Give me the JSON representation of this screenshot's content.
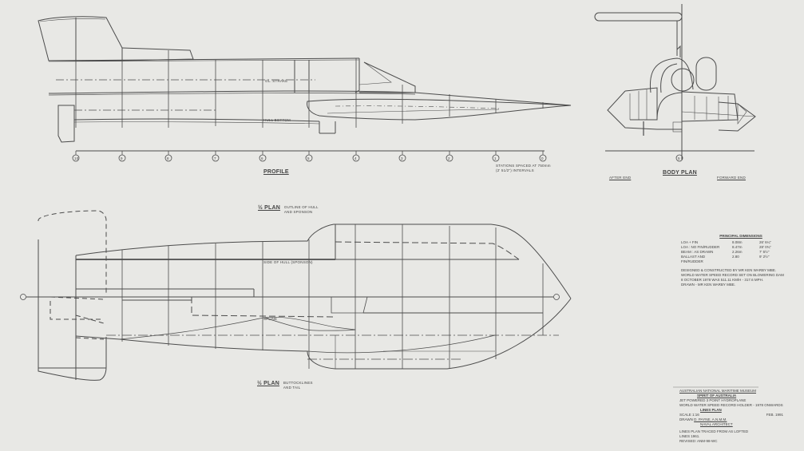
{
  "drawing": {
    "type": "boat lines plan",
    "stroke_color": "#4a4a4a",
    "paper_color": "#e8e8e5"
  },
  "profile": {
    "title": "PROFILE",
    "station_numbers": [
      "10",
      "9",
      "8",
      "7",
      "6",
      "5",
      "4",
      "3",
      "2",
      "1",
      "0"
    ],
    "annotation_line1": "STATIONS SPACED AT 750mm",
    "annotation_line2": "(2' 51/2\") INTERVALS",
    "label_deck": "GL. STRAKE",
    "label_hull_bottom": "HULL BOTTOM"
  },
  "body_plan": {
    "title": "BODY PLAN",
    "left_label": "AFTER END",
    "right_label": "FORWARD END",
    "station_label": "5"
  },
  "half_plan_top": {
    "title": "½ PLAN",
    "subtitle_line1": "OUTLINE OF HULL",
    "subtitle_line2": "AND SPONSON",
    "label_inner": "SIDE OF HULL (SPONSON)",
    "label_keel": "SPLINE",
    "centerline_marker": "¢"
  },
  "half_plan_bottom": {
    "title": "½ PLAN",
    "subtitle_line1": "BUTTOCKLINES",
    "subtitle_line2": "AND TAIL"
  },
  "principal_dimensions": {
    "title": "PRINCIPAL DIMENSIONS",
    "rows": [
      {
        "label": "LOA + FIN",
        "metric": "8.08m",
        "imperial": "26' 6¼\""
      },
      {
        "label": "LOA : NO FIN/RUDDER",
        "metric": "8.47m",
        "imperial": "28' 0¾\""
      },
      {
        "label": "BEAM : AS DRAWN",
        "metric": "2.26m",
        "imperial": "7' 5½\""
      },
      {
        "label": "BALLAST AND FIN/RUDDER",
        "metric": "2.80",
        "imperial": "9' 2½\""
      }
    ],
    "note_line1": "DESIGNED & CONSTRUCTED BY MR KEN WARBY MBE.",
    "note_line2": "WORLD WATER SPEED RECORD SET ON BLOWERING DAM",
    "note_line3": "8 OCTOBER 1978 WAS 511.11 KM/H - 317.6 MPH.",
    "note_line4": "DRAWN - MR KEN WARBY MBE."
  },
  "title_block": {
    "line1": "AUSTRALIAN NATIONAL MARITIME MUSEUM",
    "line2": "SPIRIT OF AUSTRALIA",
    "line3": "JET POWERED 3 POINT HYDROPLANE",
    "line4": "WORLD WATER SPEED RECORD HOLDER - 1978 ONWARDS",
    "line5": "LINES PLAN",
    "scale_label": "SCALE 1:16",
    "date": "FEB. 1991",
    "drawn_label": "DRAWN",
    "drawn_by": "D. PAYNE, A.N.M.M.",
    "line8": "NAVAL ARCHITECT",
    "footer1": "LINES PLAN TRACED FROM AS LOFTED",
    "footer2": "LINES 1961.",
    "footer3": "REVISED: ANM-98-WC"
  }
}
